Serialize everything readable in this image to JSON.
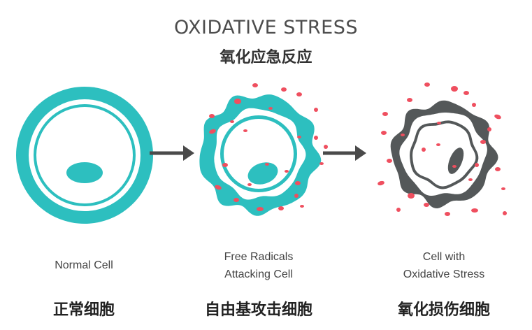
{
  "title": "OXIDATIVE STRESS",
  "subtitle": "氧化应急反应",
  "colors": {
    "teal": "#2dbfbf",
    "dark_gray": "#545859",
    "radical_red": "#ef4f5f",
    "arrow": "#4a4a4a"
  },
  "stages": [
    {
      "label_lines": [
        "Normal Cell"
      ],
      "chinese": "正常细胞"
    },
    {
      "label_lines": [
        "Free Radicals",
        "Attacking Cell"
      ],
      "chinese": "自由基攻击细胞"
    },
    {
      "label_lines": [
        "Cell with",
        "Oxidative Stress"
      ],
      "chinese": "氧化损伤细胞"
    }
  ],
  "icons": [
    "normal-cell-icon",
    "attacked-cell-icon",
    "stressed-cell-icon",
    "arrow-right-icon"
  ]
}
